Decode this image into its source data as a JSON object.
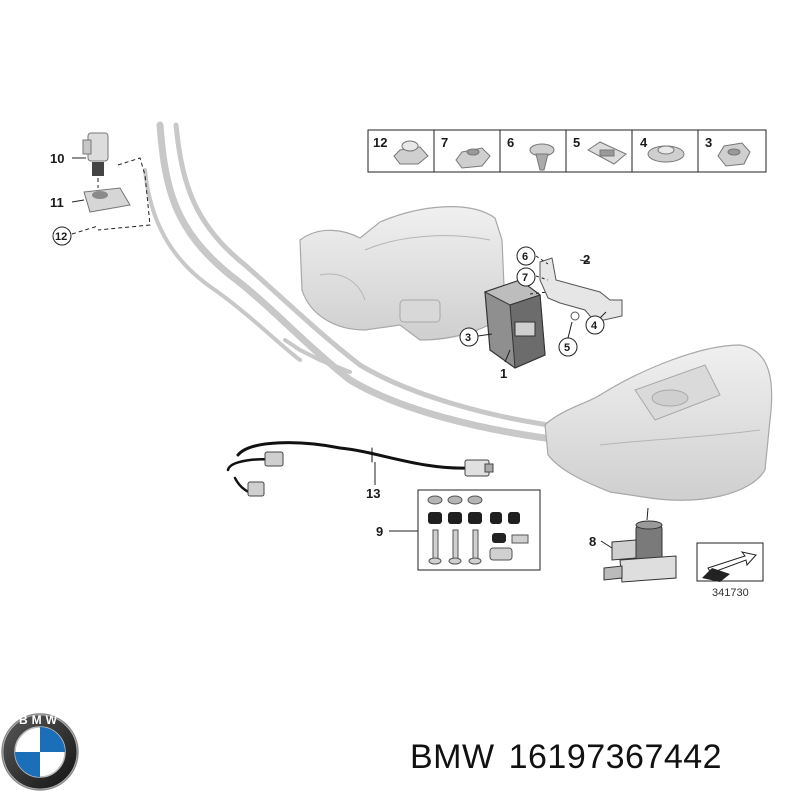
{
  "caption": {
    "brand": "BMW",
    "part_number": "16197367442"
  },
  "logo": {
    "letters": "BMW",
    "icon": "bmw-roundel-icon"
  },
  "diagram": {
    "reference_number": "341730",
    "callouts": [
      "1",
      "2",
      "3",
      "4",
      "5",
      "6",
      "7",
      "8",
      "9",
      "10",
      "11",
      "12",
      "13"
    ],
    "fastener_strip": [
      "12",
      "7",
      "6",
      "5",
      "4",
      "3"
    ],
    "colors": {
      "part_fill": "#e3e3e3",
      "part_stroke": "#9a9a9a",
      "line": "#222222",
      "dark_part": "#333333"
    }
  }
}
